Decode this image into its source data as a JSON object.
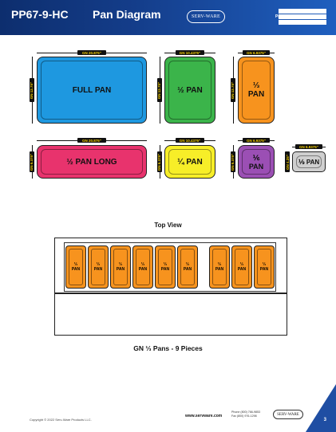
{
  "header": {
    "code": "PP67-9-HC",
    "title": "Pan Diagram",
    "logo": "SERV-WARE",
    "info_labels": [
      "Item #",
      "Project :",
      "Qty :"
    ]
  },
  "pans": {
    "full": {
      "label": "FULL PAN",
      "width_dim": "GN 20.875\"",
      "height_dim": "GN 12.75\"",
      "color": "#1e98e0"
    },
    "half": {
      "label": "½ PAN",
      "width_dim": "GN 10.4375\"",
      "height_dim": "GN 12.75\"",
      "color": "#3bb44a"
    },
    "third": {
      "label_frac": "⅓",
      "label": "PAN",
      "width_dim": "GN 6.9375\"",
      "height_dim": "GN 12.75\"",
      "color": "#f7931e"
    },
    "half_long": {
      "label": "½ PAN LONG",
      "width_dim": "GN 20.875\"",
      "height_dim": "GN 6.375\"",
      "color": "#e8336d"
    },
    "quarter": {
      "label": "¼ PAN",
      "width_dim": "GN 10.4375\"",
      "height_dim": "GN 6.375\"",
      "color": "#f7ee28"
    },
    "sixth": {
      "label_frac": "⅙",
      "label": "PAN",
      "width_dim": "GN 6.9375\"",
      "height_dim": "GN 6.375\"",
      "color": "#9b4fb4"
    },
    "ninth": {
      "label": "⅑ PAN",
      "width_dim": "GN 6.9375\"",
      "height_dim": "GN 4.25\"",
      "color": "#cfcfcf"
    }
  },
  "top_view": {
    "title": "Top View",
    "mini_frac": "⅓",
    "mini_label": "PAN",
    "caption": "GN ⅓ Pans - 9 Pieces"
  },
  "footer": {
    "copyright": "Copyright © 2022 Serv-Ware Products LLC.",
    "website": "www.servware.com",
    "phone": "Phone (800) 766-9853",
    "fax": "Fax (800) 976-1298",
    "logo": "SERV-WARE",
    "page": "3"
  }
}
